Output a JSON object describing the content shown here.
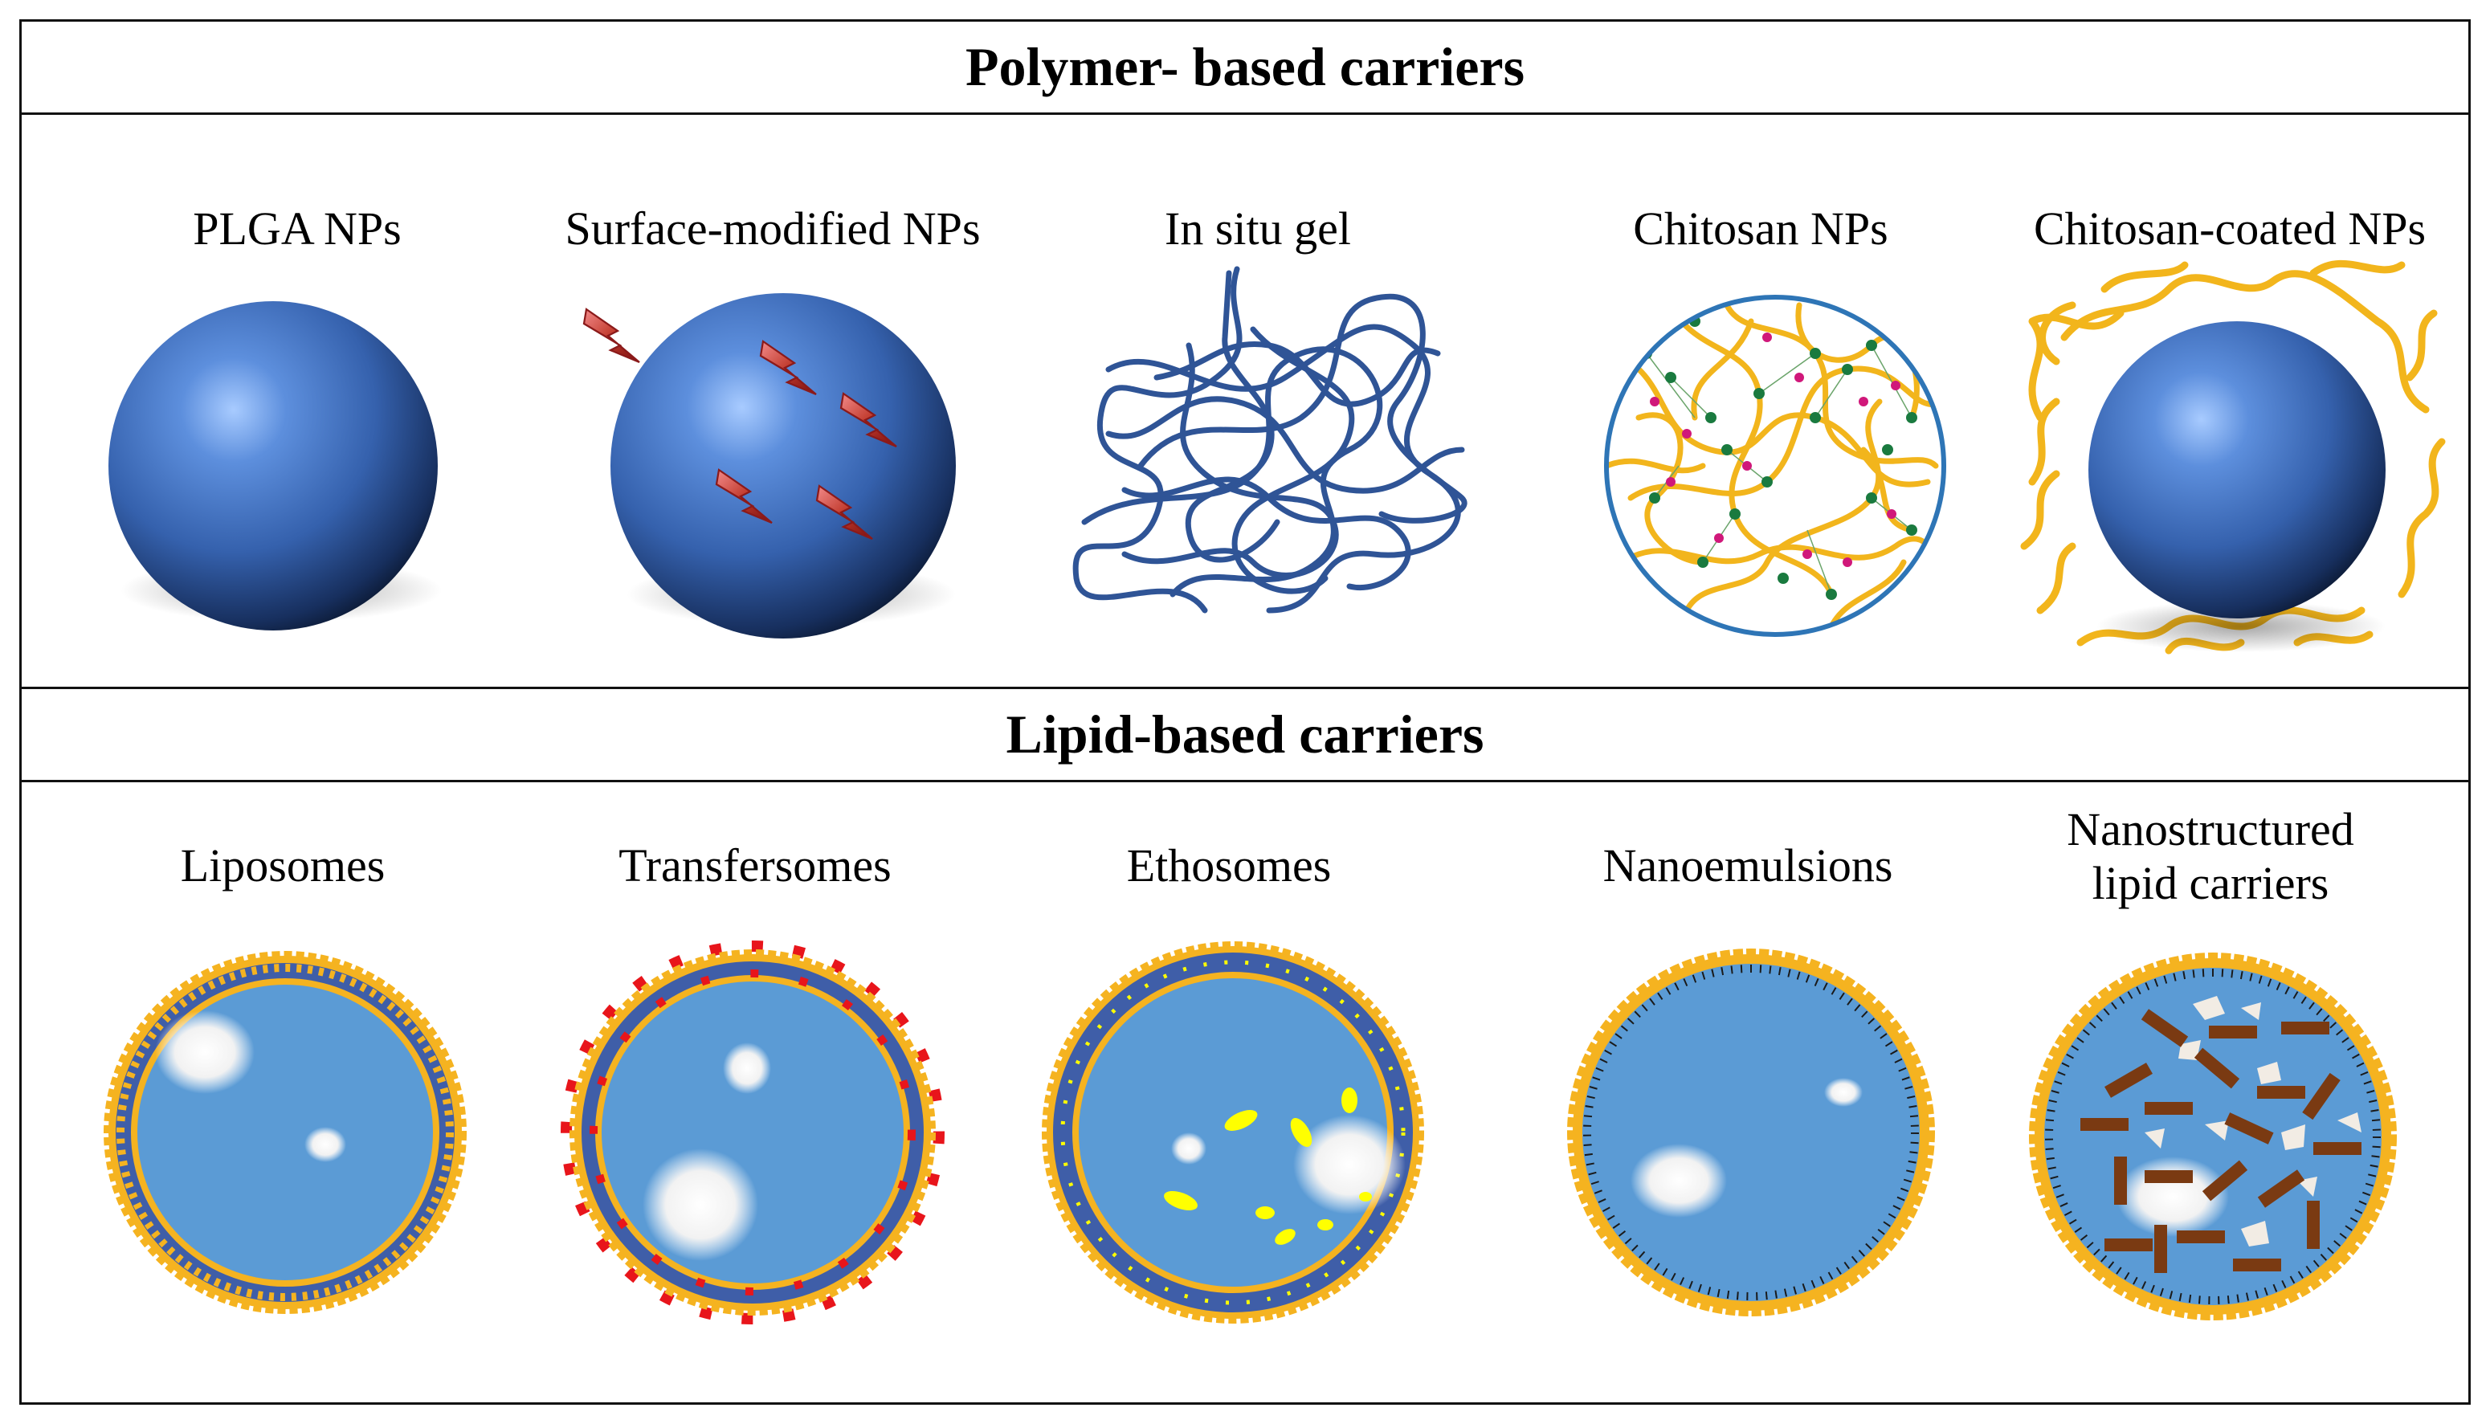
{
  "sections": {
    "polymer": {
      "title": "Polymer- based carriers",
      "items": [
        {
          "label": "PLGA NPs",
          "icon": "plga-nanoparticle"
        },
        {
          "label": "Surface-modified NPs",
          "icon": "surface-modified-nanoparticle"
        },
        {
          "label": "In situ gel",
          "icon": "in-situ-gel-network"
        },
        {
          "label": "Chitosan NPs",
          "icon": "chitosan-nanoparticle"
        },
        {
          "label": "Chitosan-coated NPs",
          "icon": "chitosan-coated-nanoparticle"
        }
      ]
    },
    "lipid": {
      "title": "Lipid-based carriers",
      "items": [
        {
          "label": "Liposomes",
          "icon": "liposome"
        },
        {
          "label": "Transfersomes",
          "icon": "transfersome"
        },
        {
          "label": "Ethosomes",
          "icon": "ethosome"
        },
        {
          "label": "Nanoemulsions",
          "icon": "nanoemulsion"
        },
        {
          "label_lines": [
            "Nanostructured",
            "lipid carriers"
          ],
          "icon": "nanostructured-lipid-carrier"
        }
      ]
    }
  },
  "colors": {
    "sphere_blue": "#3e6fc0",
    "sphere_dark": "#0e1e3c",
    "gel_blue": "#2f5496",
    "chitosan_yellow": "#f2b51c",
    "chitosan_border": "#2e75b6",
    "node_green": "#1a7a3f",
    "node_magenta": "#d0187a",
    "vesicle_fill": "#5b9bd5",
    "lipid_head": "#f5b320",
    "lipid_tail": "#3f5ea8",
    "edge_activator_red": "#e8151b",
    "ethanol_yellow": "#ffff00",
    "solid_lipid_brown": "#7a3a12",
    "surfactant_line": "#1a1a1a",
    "frame_black": "#111111"
  }
}
